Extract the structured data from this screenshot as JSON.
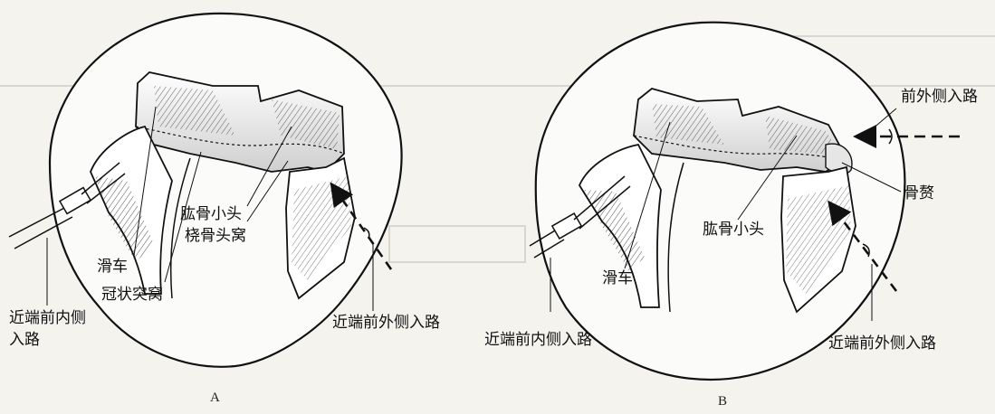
{
  "panel_a": {
    "letter": "A",
    "labels": {
      "trochlea": "滑车",
      "coronoid_fossa": "冠状突窝",
      "capitellum": "肱骨小头",
      "radial_fossa": "桡骨头窝",
      "proximal_anteromedial_line1": "近端前内侧",
      "proximal_anteromedial_line2": "入路",
      "proximal_anterolateral": "近端前外侧入路"
    }
  },
  "panel_b": {
    "letter": "B",
    "labels": {
      "trochlea": "滑车",
      "capitellum": "肱骨小头",
      "anterolateral": "前外侧入路",
      "osteophyte": "骨赘",
      "proximal_anteromedial": "近端前内侧入路",
      "proximal_anterolateral": "近端前外侧入路"
    }
  },
  "colors": {
    "ink": "#111111",
    "background": "#f4f3ee",
    "bone_fill": "#ffffff",
    "faint_print": "#d8d6cf"
  }
}
